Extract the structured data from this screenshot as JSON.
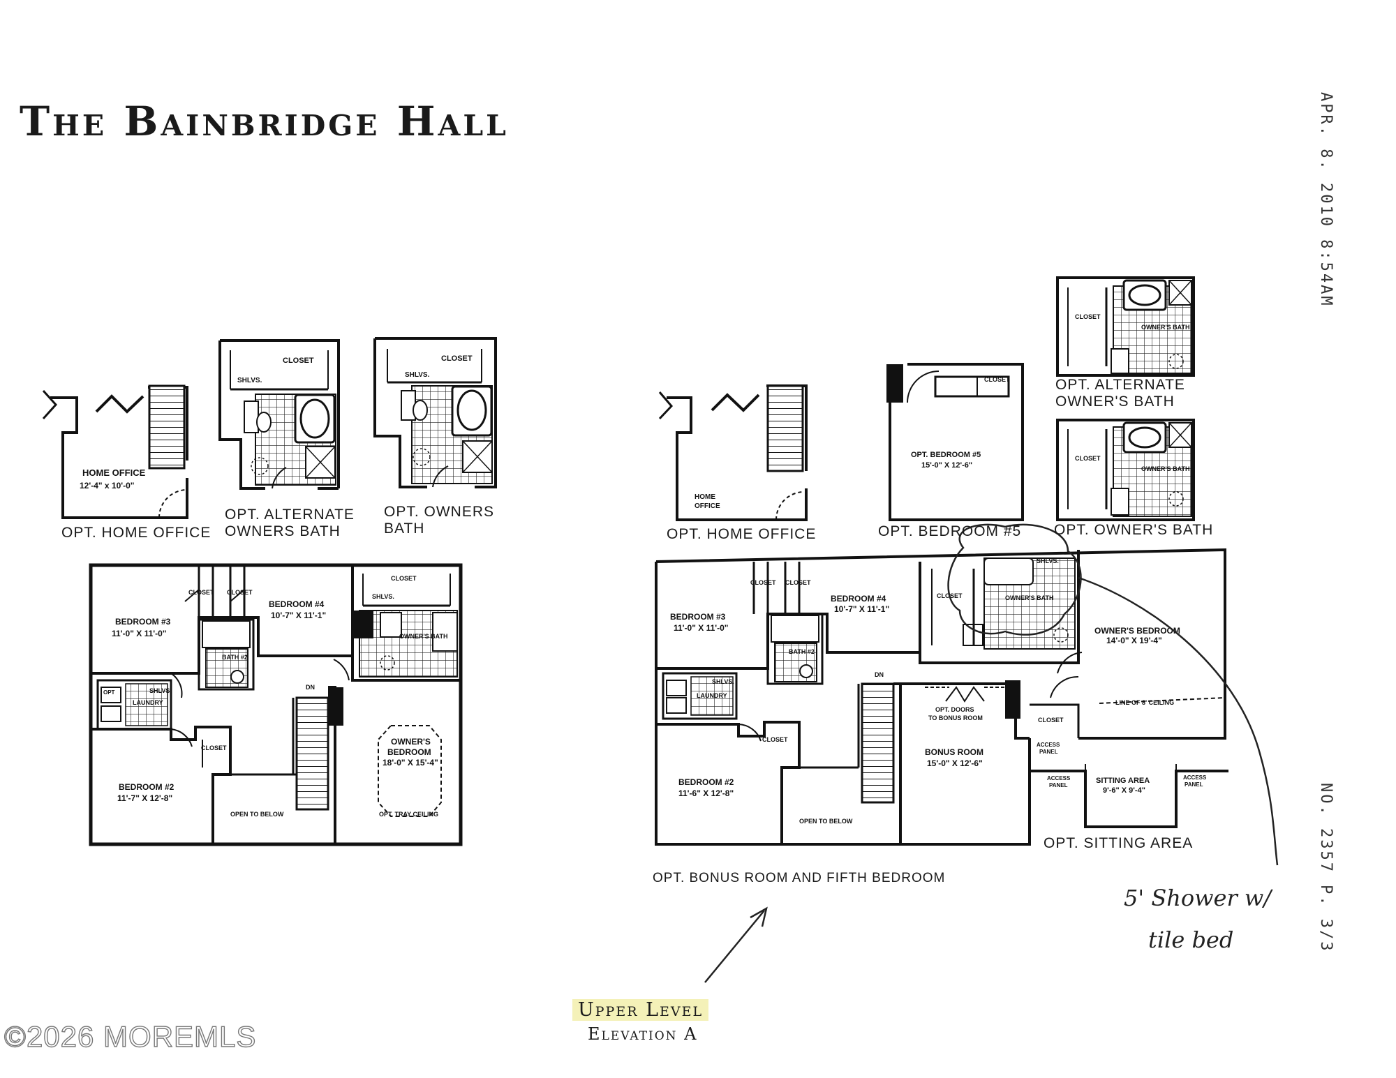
{
  "title": "The Bainbridge Hall",
  "fax": {
    "date": "APR. 8. 2010  8:54AM",
    "number": "NO. 2357",
    "page": "P. 3/3"
  },
  "left_options": {
    "home_office": {
      "caption": "OPT. HOME OFFICE",
      "room": "HOME OFFICE",
      "dims": "12'-4\" x 10'-0\""
    },
    "alt_bath": {
      "caption_1": "OPT. ALTERNATE",
      "caption_2": "OWNERS BATH",
      "closet": "CLOSET",
      "shelf": "SHLVS."
    },
    "owners_bath": {
      "caption_1": "OPT. OWNERS",
      "caption_2": "BATH",
      "closet": "CLOSET",
      "shelf": "SHLVS."
    }
  },
  "left_plan": {
    "bedroom3": {
      "name": "BEDROOM #3",
      "dims": "11'-0\" X 11'-0\""
    },
    "bedroom4": {
      "name": "BEDROOM #4",
      "dims": "10'-7\" X 11'-1\""
    },
    "bedroom2": {
      "name": "BEDROOM #2",
      "dims": "11'-7\" X 12'-8\""
    },
    "owners_bedroom": {
      "name_1": "OWNER'S",
      "name_2": "BEDROOM",
      "dims": "18'-0\" X 15'-4\"",
      "note": "OPT. TRAY CEILING"
    },
    "closet": "CLOSET",
    "owners_bath": "OWNER'S BATH",
    "bath2": "BATH #2",
    "laundry": "LAUNDRY",
    "shelf": "SHLVS.",
    "open_to_below": "OPEN TO BELOW",
    "dn": "DN",
    "opt": "OPT"
  },
  "right_options": {
    "home_office": {
      "caption": "OPT. HOME OFFICE",
      "room_1": "HOME",
      "room_2": "OFFICE"
    },
    "bedroom5": {
      "caption": "OPT. BEDROOM #5",
      "room": "OPT. BEDROOM #5",
      "dims": "15'-0\" X 12'-6\"",
      "closet": "CLOSET"
    },
    "alt_bath": {
      "caption_1": "OPT. ALTERNATE",
      "caption_2": "OWNER'S BATH",
      "closet": "CLOSET",
      "room": "OWNER'S BATH"
    },
    "owners_bath": {
      "caption": "OPT. OWNER'S BATH",
      "closet": "CLOSET",
      "room": "OWNER'S BATH"
    }
  },
  "right_plan": {
    "bedroom3": {
      "name": "BEDROOM #3",
      "dims": "11'-0\" X 11'-0\""
    },
    "bedroom4": {
      "name": "BEDROOM #4",
      "dims": "10'-7\" X 11'-1\""
    },
    "bedroom2": {
      "name": "BEDROOM #2",
      "dims": "11'-6\" X 12'-8\""
    },
    "owners_bedroom": {
      "name": "OWNER'S BEDROOM",
      "dims": "14'-0\" X 19'-4\"",
      "note": "LINE OF 8' CEILING"
    },
    "bonus_room": {
      "name": "BONUS ROOM",
      "dims": "15'-0\" X 12'-6\""
    },
    "opt_doors_1": "OPT. DOORS",
    "opt_doors_2": "TO BONUS ROOM",
    "sitting_area": {
      "name": "SITTING AREA",
      "dims": "9'-6\" X 9'-4\"",
      "caption": "OPT. SITTING AREA"
    },
    "access_panel_1": "ACCESS",
    "access_panel_2": "PANEL",
    "closet": "CLOSET",
    "owners_bath": "OWNER'S BATH",
    "bath2": "BATH #2",
    "laundry": "LAUNDRY",
    "shelf": "SHLVS.",
    "open_to_below": "OPEN TO BELOW",
    "dn": "DN",
    "caption": "OPT. BONUS ROOM AND FIFTH BEDROOM"
  },
  "handwritten": {
    "line1": "5' Shower w/",
    "line2": "tile bed"
  },
  "level": {
    "line1": "Upper Level",
    "line2": "Elevation A"
  },
  "copyright": "©2026 MOREMLS"
}
